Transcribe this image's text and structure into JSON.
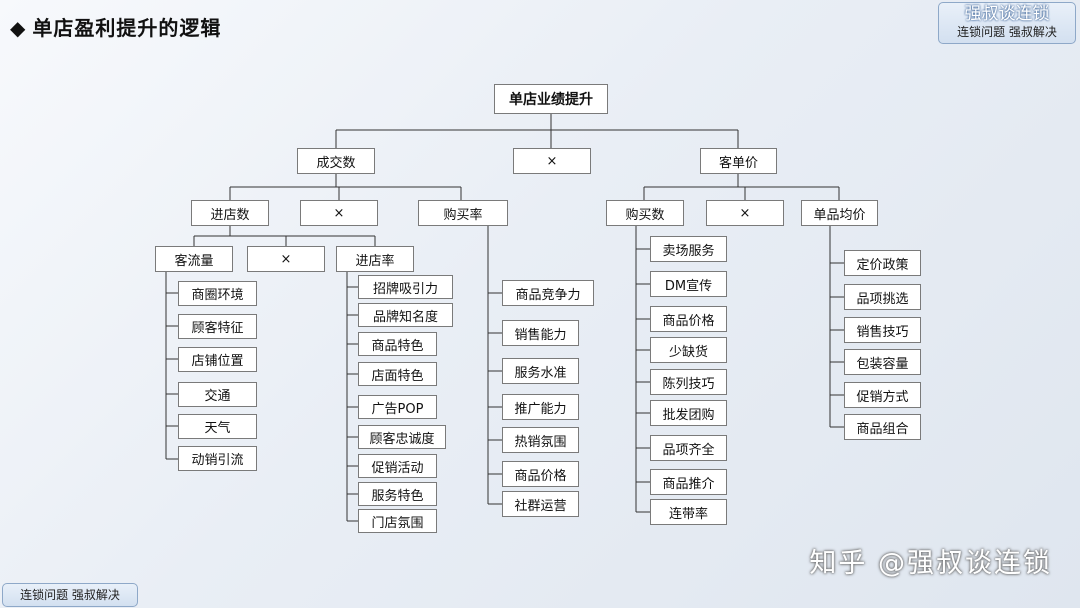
{
  "header": {
    "title": "单店盈利提升的逻辑",
    "bullet": "◆"
  },
  "brand": {
    "name": "强叔谈连锁",
    "slogan": "连锁问题  强叔解决"
  },
  "footer": {
    "badge": "连锁问题  强叔解决"
  },
  "watermark": {
    "text": "知乎 @强叔谈连锁"
  },
  "diagram": {
    "root": "单店业绩提升",
    "level1": {
      "left": "成交数",
      "op": "×",
      "right": "客单价"
    },
    "level2": {
      "left_a": "进店数",
      "left_op": "×",
      "left_b": "购买率",
      "right_a": "购买数",
      "right_op": "×",
      "right_b": "单品均价"
    },
    "level3": {
      "a": "客流量",
      "op": "×",
      "b": "进店率"
    },
    "traffic_factors": [
      "商圈环境",
      "顾客特征",
      "店铺位置",
      "交通",
      "天气",
      "动销引流"
    ],
    "entry_factors": [
      "招牌吸引力",
      "品牌知名度",
      "商品特色",
      "店面特色",
      "广告POP",
      "顾客忠诚度",
      "促销活动",
      "服务特色",
      "门店氛围"
    ],
    "purchase_rate_factors": [
      "商品竞争力",
      "销售能力",
      "服务水准",
      "推广能力",
      "热销氛围",
      "商品价格",
      "社群运营"
    ],
    "purchase_count_factors": [
      "卖场服务",
      "DM宣传",
      "商品价格",
      "少缺货",
      "陈列技巧",
      "批发团购",
      "品项齐全",
      "商品推介",
      "连带率"
    ],
    "unit_price_factors": [
      "定价政策",
      "品项挑选",
      "销售技巧",
      "包装容量",
      "促销方式",
      "商品组合"
    ]
  }
}
